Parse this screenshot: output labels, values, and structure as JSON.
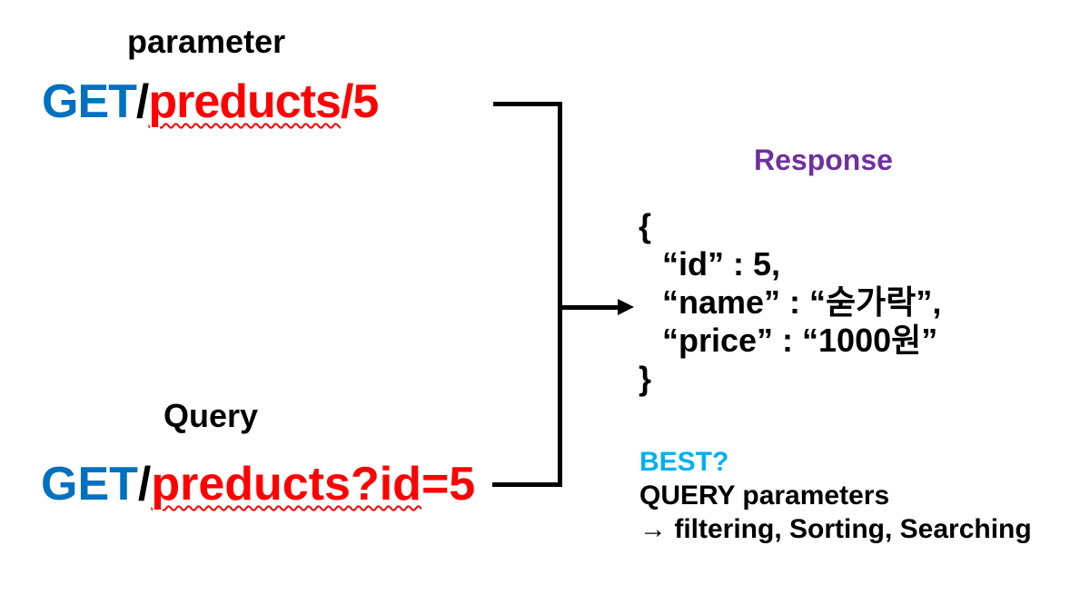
{
  "colors": {
    "method_blue": "#0070C0",
    "path_red": "#FF0000",
    "response_purple": "#7030A0",
    "best_cyan": "#00B0F0",
    "text_black": "#000000",
    "background": "#FFFFFF"
  },
  "parameter_example": {
    "label": "parameter",
    "method": "GET",
    "slash": "/",
    "path_misspelled": "preducts",
    "path_rest": "/5"
  },
  "query_example": {
    "label": "Query",
    "method": "GET",
    "slash": "/",
    "path_misspelled": "preducts?id",
    "path_rest": "=5"
  },
  "response": {
    "title": "Response",
    "json_lines": [
      "{",
      "“id” : 5,",
      "“name” : “숟가락”,",
      "“price” : “1000원”",
      "}"
    ]
  },
  "notes": {
    "best": "BEST?",
    "line1": "QUERY parameters",
    "line2": "→ filtering, Sorting, Searching"
  }
}
